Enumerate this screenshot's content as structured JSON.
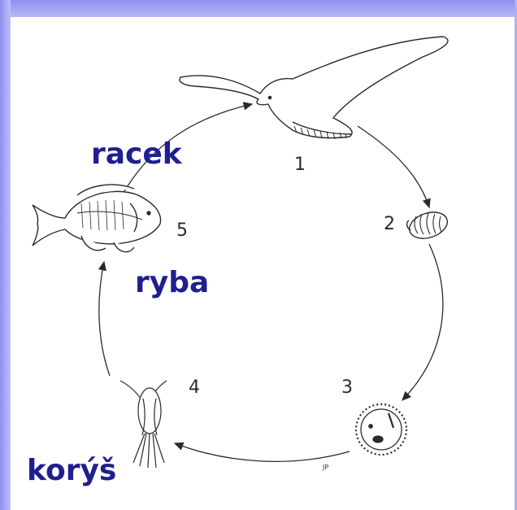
{
  "labels": {
    "gull": "racek",
    "fish": "ryba",
    "crustacean": "korýš"
  },
  "stages": [
    "1",
    "2",
    "3",
    "4",
    "5"
  ],
  "signature": "JP",
  "colors": {
    "label": "#1f1f8f",
    "frame": "#9a9af2",
    "ink": "#2a2a2a"
  }
}
